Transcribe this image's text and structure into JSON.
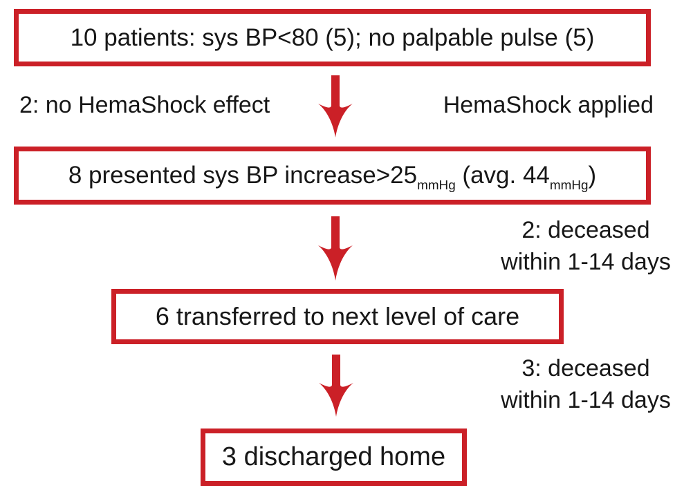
{
  "colors": {
    "box_border_red": "#cb2027",
    "arrow_red": "#cb2027",
    "text_black": "#171717"
  },
  "flow": {
    "box_1": {
      "text": "10 patients: sys BP<80 (5); no palpable pulse (5)"
    },
    "step_1": {
      "left_label": "2: no HemaShock effect",
      "right_label": "HemaShock applied"
    },
    "box_2": {
      "text_main": "8 presented sys BP increase>25",
      "sub_1": "mmHg",
      "text_mid": " (avg. 44",
      "sub_2": "mmHg",
      "text_end": ")"
    },
    "step_2": {
      "label_line_1": "2: deceased",
      "label_line_2": "within 1-14 days"
    },
    "box_3": {
      "text": "6 transferred to next level of care"
    },
    "step_3": {
      "label_line_1": "3: deceased",
      "label_line_2": "within 1-14 days"
    },
    "box_4": {
      "text": "3 discharged home"
    }
  }
}
